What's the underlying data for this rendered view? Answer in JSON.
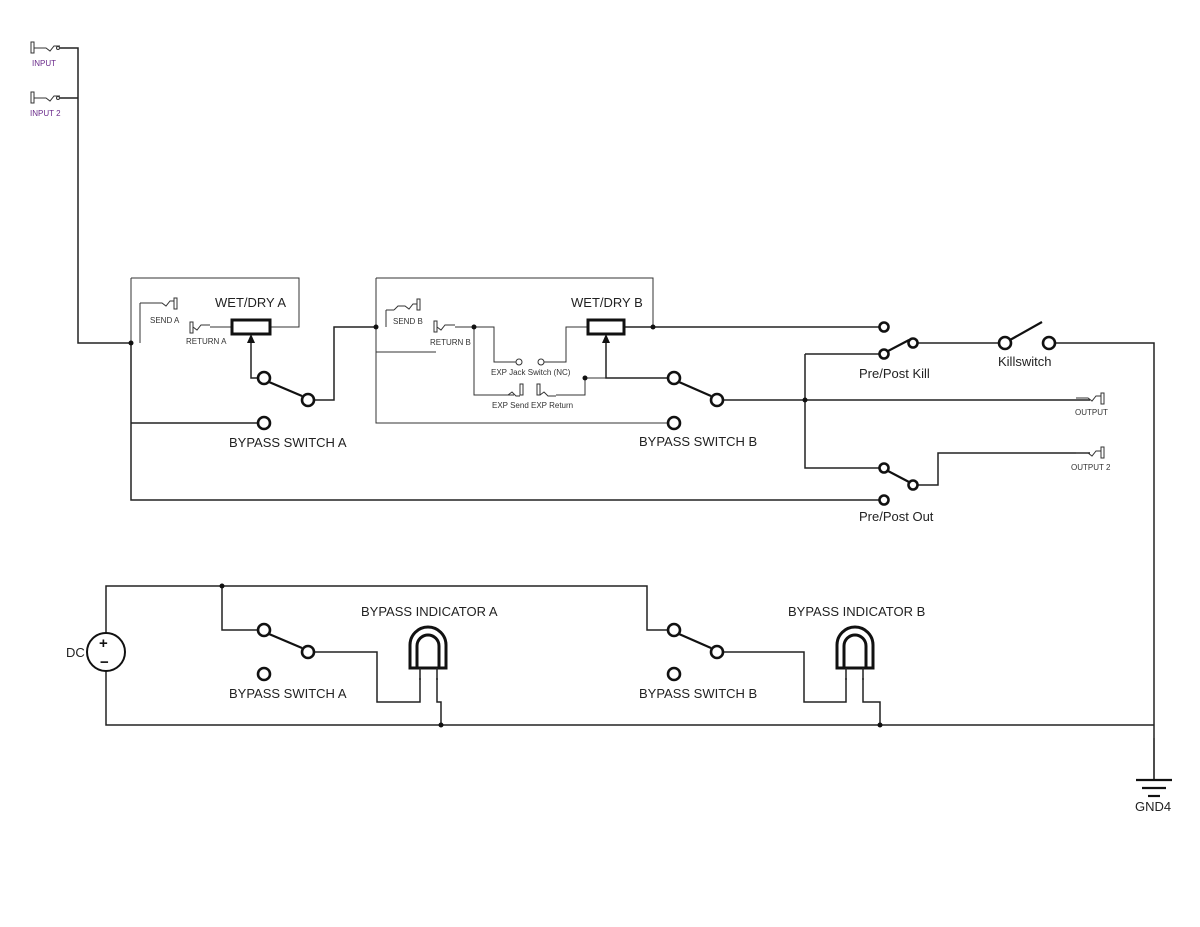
{
  "title": "",
  "labels": {
    "input": "INPUT",
    "input2": "INPUT 2",
    "send_a": "SEND A",
    "return_a": "RETURN A",
    "wet_dry_a": "WET/DRY A",
    "bypass_switch_a": "BYPASS SWITCH A",
    "send_b": "SEND B",
    "return_b": "RETURN B",
    "wet_dry_b": "WET/DRY B",
    "exp_jack_switch": "EXP Jack Switch (NC)",
    "exp_send": "EXP Send",
    "exp_return": "EXP Return",
    "bypass_switch_b": "BYPASS SWITCH B",
    "pre_post_kill": "Pre/Post Kill",
    "killswitch": "Killswitch",
    "output": "OUTPUT",
    "output2": "OUTPUT 2",
    "pre_post_out": "Pre/Post Out",
    "dc": "DC",
    "dc_plus": "+",
    "dc_minus": "−",
    "bypass_indicator_a": "BYPASS INDICATOR A",
    "bypass_indicator_b": "BYPASS INDICATOR B",
    "bypass_switch_a_2": "BYPASS SWITCH A",
    "bypass_switch_b_2": "BYPASS SWITCH B",
    "gnd": "GND4"
  }
}
